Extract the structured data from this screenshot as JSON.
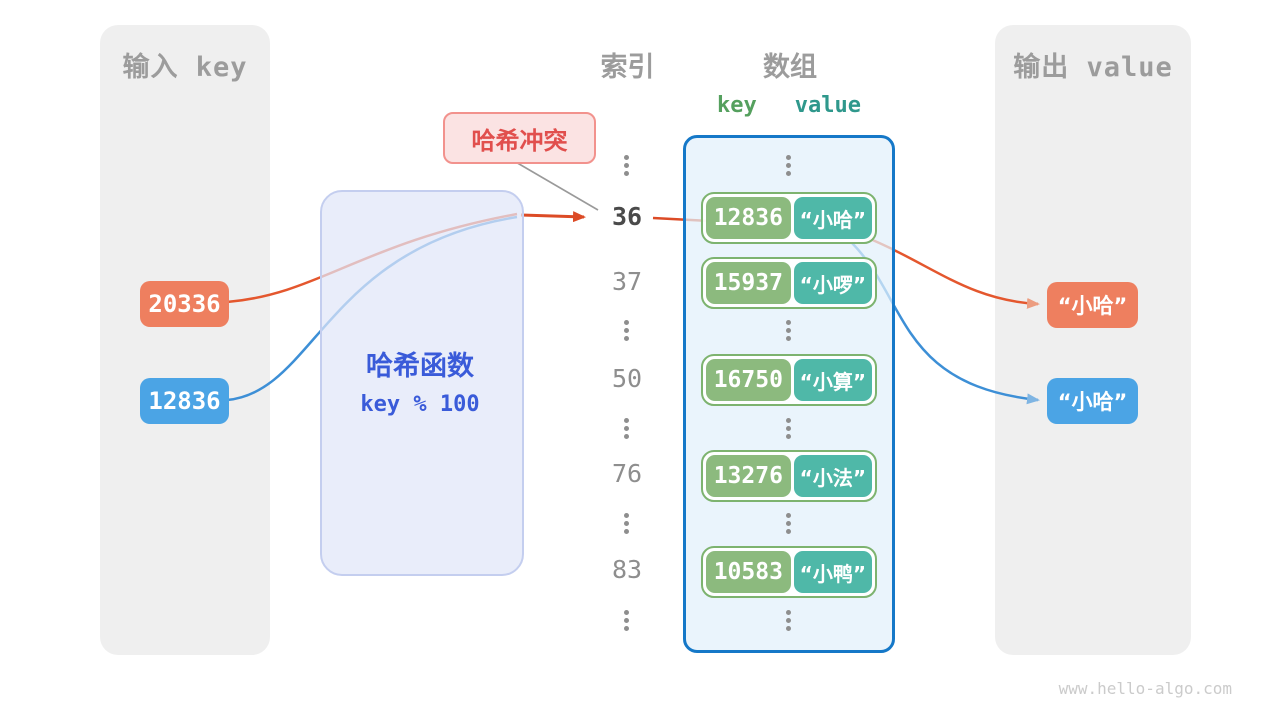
{
  "input_panel": {
    "title": "输入 key",
    "keys": [
      {
        "value": "20336",
        "accent": "#ee7f5f"
      },
      {
        "value": "12836",
        "accent": "#4ba4e5"
      }
    ]
  },
  "hash_function": {
    "title": "哈希函数",
    "formula": "key % 100"
  },
  "collision_label": {
    "text": "哈希冲突"
  },
  "index_column": {
    "title": "索引",
    "values": [
      "36",
      "37",
      "50",
      "76",
      "83"
    ],
    "highlighted_value": "36"
  },
  "array": {
    "title": "数组",
    "key_header": "key",
    "value_header": "value",
    "rows": [
      {
        "key": "12836",
        "value": "“小哈”"
      },
      {
        "key": "15937",
        "value": "“小啰”"
      },
      {
        "key": "16750",
        "value": "“小算”"
      },
      {
        "key": "13276",
        "value": "“小法”"
      },
      {
        "key": "10583",
        "value": "“小鸭”"
      }
    ]
  },
  "output_panel": {
    "title": "输出 value",
    "values": [
      {
        "text": "“小哈”",
        "accent": "#ee7f5f"
      },
      {
        "text": "“小哈”",
        "accent": "#4ba4e5"
      }
    ]
  },
  "watermark": "www.hello-algo.com",
  "colors": {
    "orange_key": "#ee7f5f",
    "blue_key": "#4ba4e5",
    "green_key_cell": "#8cba7e",
    "teal_value_cell": "#4fb8a8",
    "array_border": "#1578c8",
    "hash_box_fill": "#e9edfa",
    "hash_text_blue": "#3a5bd9",
    "collision_red": "#e14f4d",
    "arrow_red": "#dc4b26",
    "curve_blue": "#3d8fd6",
    "panel_gray": "#efefef"
  }
}
